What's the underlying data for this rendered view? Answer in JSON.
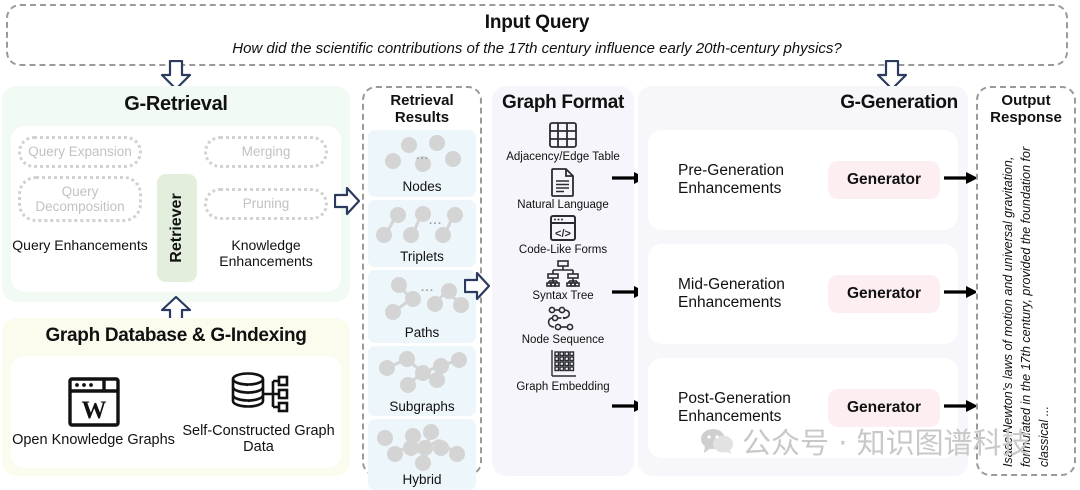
{
  "input_query": {
    "title": "Input Query",
    "text": "How did the scientific contributions of the 17th century influence early 20th-century physics?"
  },
  "g_retrieval": {
    "title": "G-Retrieval",
    "retriever_label": "Retriever",
    "query_enhancements": {
      "caption": "Query Enhancements",
      "items": [
        {
          "label": "Query Expansion"
        },
        {
          "label": "Query Decomposition"
        }
      ]
    },
    "knowledge_enhancements": {
      "caption": "Knowledge Enhancements",
      "items": [
        {
          "label": "Merging"
        },
        {
          "label": "Pruning"
        }
      ]
    }
  },
  "graph_database": {
    "title": "Graph Database & G-Indexing",
    "items": [
      {
        "label": "Open Knowledge Graphs",
        "icon": "wikipedia-window-icon"
      },
      {
        "label": "Self-Constructed Graph Data",
        "icon": "database-tree-icon"
      }
    ]
  },
  "retrieval_results": {
    "title": "Retrieval Results",
    "items": [
      {
        "label": "Nodes",
        "icon": "nodes-graphic"
      },
      {
        "label": "Triplets",
        "icon": "triplets-graphic"
      },
      {
        "label": "Paths",
        "icon": "paths-graphic"
      },
      {
        "label": "Subgraphs",
        "icon": "subgraphs-graphic"
      },
      {
        "label": "Hybrid",
        "icon": "hybrid-graphic"
      }
    ]
  },
  "graph_format": {
    "title": "Graph Format",
    "items": [
      {
        "label": "Adjacency/Edge Table",
        "icon": "table-icon"
      },
      {
        "label": "Natural Language",
        "icon": "document-icon"
      },
      {
        "label": "Code-Like Forms",
        "icon": "code-window-icon"
      },
      {
        "label": "Syntax Tree",
        "icon": "tree-icon"
      },
      {
        "label": "Node Sequence",
        "icon": "node-sequence-icon"
      },
      {
        "label": "Graph Embedding",
        "icon": "matrix-grid-icon"
      }
    ]
  },
  "g_generation": {
    "title": "G-Generation",
    "rows": [
      {
        "label": "Pre-Generation Enhancements",
        "generator_label": "Generator"
      },
      {
        "label": "Mid-Generation Enhancements",
        "generator_label": "Generator"
      },
      {
        "label": "Post-Generation Enhancements",
        "generator_label": "Generator"
      }
    ]
  },
  "output_response": {
    "title": "Output Response",
    "text": "Isaac Newton’s laws of motion and universal gravitation, formulated in the 17th century, provided the foundation for classical ..."
  },
  "watermark": {
    "text": "公众号 · 知识图谱科技"
  },
  "colors": {
    "retrieval_panel": "#f1faf3",
    "retriever_box": "#e4eedd",
    "graph_db_panel": "#fbfbee",
    "retrieval_item": "#edf6fa",
    "format_panel": "#f5f5fb",
    "generation_panel": "#f6f6fb",
    "generator_badge": "#fceef1",
    "arrow_outline": "#2b3a5e",
    "dashed_border": "#9a9a9a"
  }
}
